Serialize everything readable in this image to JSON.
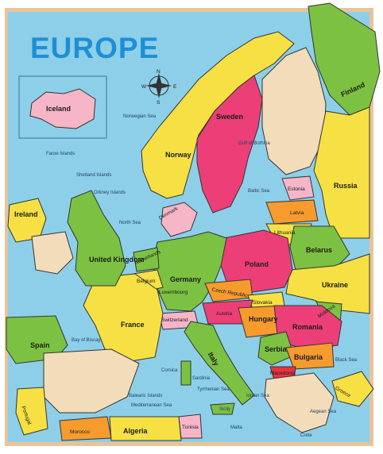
{
  "title": "EUROPE",
  "compass": {
    "n": "N",
    "s": "S",
    "e": "E",
    "w": "W"
  },
  "countries": {
    "iceland": "Iceland",
    "ireland": "Ireland",
    "uk": "United Kingdom",
    "norway": "Norway",
    "sweden": "Sweden",
    "finland": "Finland",
    "russia": "Russia",
    "estonia": "Estonia",
    "latvia": "Latvia",
    "lithuania": "Lithuania",
    "belarus": "Belarus",
    "poland": "Poland",
    "germany": "Germany",
    "netherlands": "Netherlands",
    "belgium": "Belgium",
    "denmark": "Denmark",
    "france": "France",
    "spain": "Spain",
    "portugal": "Portugal",
    "italy": "Italy",
    "switzerland": "Switzerland",
    "austria": "Austria",
    "czech": "Czech Republic",
    "slovakia": "Slovakia",
    "hungary": "Hungary",
    "romania": "Romania",
    "ukraine": "Ukraine",
    "moldova": "Moldova",
    "serbia": "Serbia",
    "bulgaria": "Bulgaria",
    "greece": "Greece",
    "morocco": "Morocco",
    "algeria": "Algeria",
    "tunisia": "Tunisia",
    "macedonia": "Macedonia",
    "luxembourg": "Luxembourg"
  },
  "seas": {
    "norwegian": "Norwegian Sea",
    "north": "North Sea",
    "baltic": "Baltic Sea",
    "bothnia": "Gulf of Bothnia",
    "biscay": "Bay of Biscay",
    "black": "Black Sea",
    "mediterranean": "Mediterranean Sea",
    "tyrrhenian": "Tyrrhenian Sea",
    "ionian": "Ionian Sea",
    "aegean": "Aegean Sea"
  },
  "islands": {
    "faroe": "Faroe Islands",
    "shetland": "Shetland Islands",
    "orkney": "Orkney Islands",
    "balearic": "Balearic Islands",
    "corsica": "Corsica",
    "sardinia": "Sardinia",
    "sicily": "Sicily",
    "malta": "Malta",
    "crete": "Crete"
  },
  "colors": {
    "water": "#8dcfe8",
    "wood": "#f3dcb9",
    "frame": "#d6b089",
    "pink": "#ec3f78",
    "green": "#7cc142",
    "yellow": "#f7e043",
    "orange": "#f79b2e",
    "red": "#e8343c",
    "blue": "#2d87c8",
    "purple": "#9b59b6"
  }
}
